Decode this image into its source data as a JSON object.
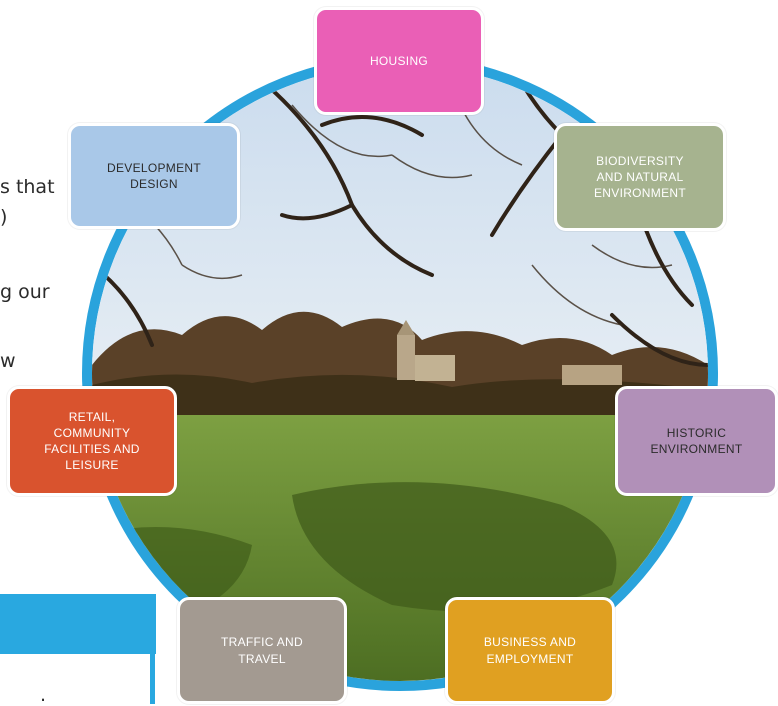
{
  "left_fragments": [
    "s that",
    ")",
    "g our",
    "w",
    "."
  ],
  "cards": [
    {
      "id": "housing",
      "label": "HOUSING",
      "color": "#ea5fb6"
    },
    {
      "id": "development-design",
      "label": "DEVELOPMENT\nDESIGN",
      "color": "#a9c8e8"
    },
    {
      "id": "biodiversity",
      "label": "BIODIVERSITY\nAND NATURAL\nENVIRONMENT",
      "color": "#a6b38f"
    },
    {
      "id": "historic",
      "label": "HISTORIC\nENVIRONMENT",
      "color": "#b190b8"
    },
    {
      "id": "retail",
      "label": "RETAIL,\nCOMMUNITY\nFACILITIES AND\nLEISURE",
      "color": "#d9532e"
    },
    {
      "id": "traffic",
      "label": "TRAFFIC AND\nTRAVEL",
      "color": "#a39a91"
    },
    {
      "id": "business",
      "label": "BUSINESS AND\nEMPLOYMENT",
      "color": "#e0a021"
    }
  ],
  "colors": {
    "ring": "#2aa3dc",
    "accent_bar": "#29a8e0"
  }
}
